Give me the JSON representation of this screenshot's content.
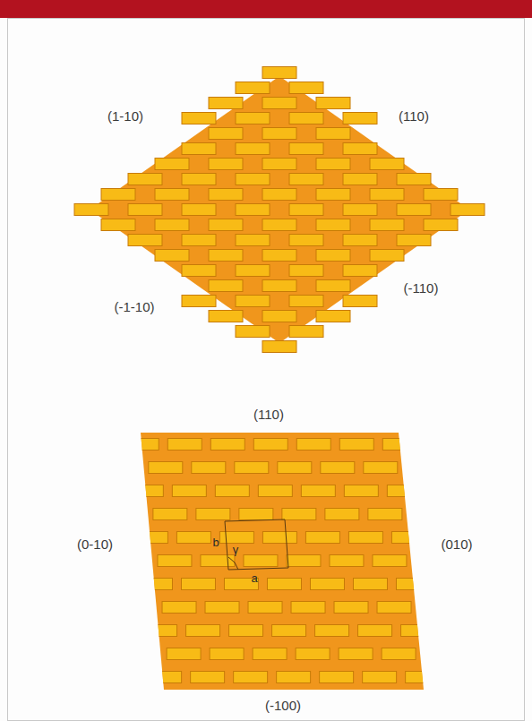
{
  "diagram": {
    "labels": [
      "(1-10)",
      "(110)",
      "(-1-10)",
      "(-110)",
      "(110)",
      "(0-10)",
      "(010)",
      "(-100)",
      "b",
      "γ",
      "a"
    ]
  }
}
